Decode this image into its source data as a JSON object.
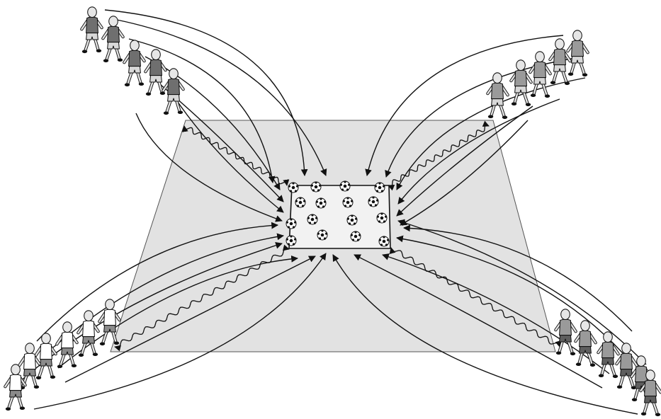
{
  "colors": {
    "pitch": "#e2e2e2",
    "grid": "#f2f2f2",
    "line": "#111111",
    "team_dark_shirt": "#6f6f6f",
    "team_dark_shorts": "#d8d8d8",
    "team_light_shirt": "#ffffff",
    "team_light_shorts": "#8a8a8a",
    "team_grey_shirt": "#9a9a9a",
    "team_grey_shorts": "#5e5e5e",
    "skin": "#e6e6e6"
  },
  "diagram": {
    "balls_count": 16,
    "groups": [
      {
        "corner": "top-left",
        "players": 5,
        "shirt": "team_dark_shirt",
        "shorts": "team_dark_shorts"
      },
      {
        "corner": "top-right",
        "players": 5,
        "shirt": "team_grey_shirt",
        "shorts": "team_dark_shorts"
      },
      {
        "corner": "bottom-left",
        "players": 6,
        "shirt": "team_light_shirt",
        "shorts": "team_light_shorts"
      },
      {
        "corner": "bottom-right",
        "players": 6,
        "shirt": "team_grey_shirt",
        "shorts": "team_grey_shorts"
      }
    ],
    "icons": [
      "soccer-ball-icon",
      "player-icon",
      "run-arrow-icon",
      "dribble-arrow-icon"
    ]
  }
}
